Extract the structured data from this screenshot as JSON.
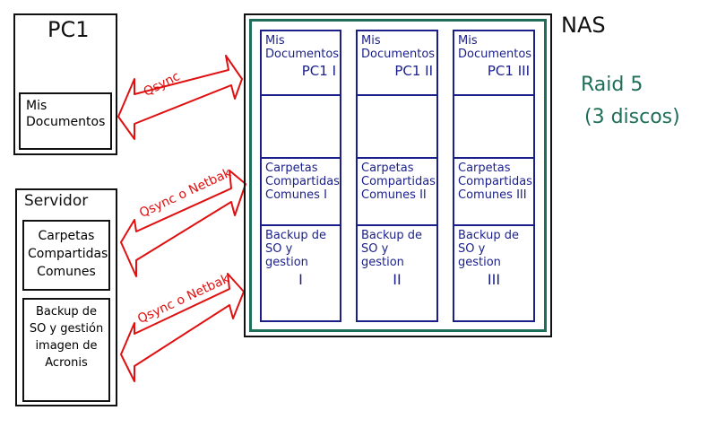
{
  "pc1": {
    "title": "PC1",
    "folder": "Mis Documentos"
  },
  "servidor": {
    "title": "Servidor",
    "shared": "Carpetas Compartidas Comunes",
    "backup": "Backup de SO y gestión imagen de Acronis"
  },
  "nas": {
    "title": "NAS",
    "raid": "Raid 5",
    "raid_note": "(3 discos)",
    "columns": [
      {
        "docs": "Mis Documentos",
        "docs_tag": "PC1  I",
        "shared": "Carpetas Compartidas Comunes I",
        "backup": "Backup de SO y gestion",
        "backup_tag": "I"
      },
      {
        "docs": "Mis Documentos",
        "docs_tag": "PC1  II",
        "shared": "Carpetas Compartidas Comunes II",
        "backup": "Backup de SO y gestion",
        "backup_tag": "II"
      },
      {
        "docs": "Mis Documentos",
        "docs_tag": "PC1  III",
        "shared": "Carpetas Compartidas Comunes III",
        "backup": "Backup de SO y gestion",
        "backup_tag": "III"
      }
    ]
  },
  "links": [
    {
      "label": "Qsync"
    },
    {
      "label": "Qsync o Netbak"
    },
    {
      "label": "Qsync o Netbak"
    }
  ],
  "colors": {
    "ink": "#111111",
    "blue": "#1a1f8a",
    "red": "#e01010",
    "teal": "#1f6e5a"
  }
}
